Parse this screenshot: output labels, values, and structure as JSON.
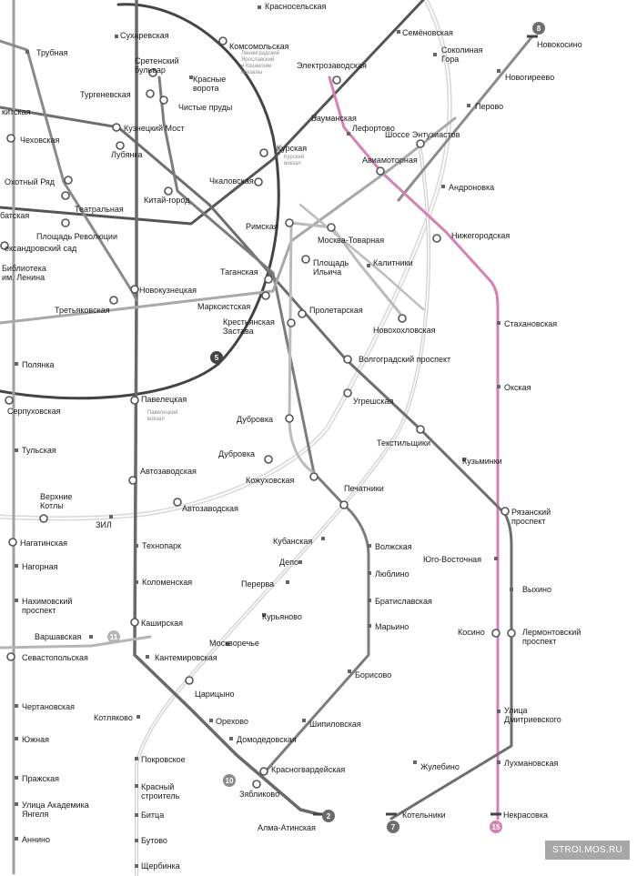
{
  "colors": {
    "line_dark": "#444444",
    "line_mid": "#6e6e6e",
    "line_light": "#a0a0a0",
    "line_pale": "#c8c8c8",
    "line_15": "#d680b4",
    "text": "#1a1a1a",
    "watermark_bg": "#a7a7a7"
  },
  "watermark": "STROI.MOS.RU",
  "line_badges": [
    {
      "num": "8",
      "line": "8"
    },
    {
      "num": "5",
      "line": "5"
    },
    {
      "num": "11",
      "line": "11"
    },
    {
      "num": "10",
      "line": "10"
    },
    {
      "num": "2",
      "line": "2"
    },
    {
      "num": "7",
      "line": "7"
    },
    {
      "num": "15",
      "line": "15"
    }
  ],
  "stations": [
    {
      "id": "trubnaya",
      "name": "Трубная"
    },
    {
      "id": "sukharevskaya",
      "name": "Сухаревская"
    },
    {
      "id": "krasnoselskaya",
      "name": "Красносельская"
    },
    {
      "id": "semenovskaya",
      "name": "Семёновская"
    },
    {
      "id": "novokosino",
      "name": "Новокосино"
    },
    {
      "id": "komsomolskaya",
      "name": "Комсомольская"
    },
    {
      "id": "sretensky",
      "name": "Сретенский бульвар"
    },
    {
      "id": "krasnye_vorota",
      "name": "Красные ворота"
    },
    {
      "id": "elektrozavodskaya",
      "name": "Электрозаводская"
    },
    {
      "id": "sokolinaya",
      "name": "Соколиная Гора"
    },
    {
      "id": "novogireevo",
      "name": "Новогиреево"
    },
    {
      "id": "turgenevskaya",
      "name": "Тургеневская"
    },
    {
      "id": "chistye",
      "name": "Чистые пруды"
    },
    {
      "id": "kitay_left",
      "name": "китская"
    },
    {
      "id": "baumanskaya",
      "name": "Бауманская"
    },
    {
      "id": "perovo",
      "name": "Перово"
    },
    {
      "id": "kuz_most",
      "name": "Кузнецкий Мост"
    },
    {
      "id": "lefortovo",
      "name": "Лефортово"
    },
    {
      "id": "shosse",
      "name": "Шоссе Энтузиастов"
    },
    {
      "id": "chekhovskaya",
      "name": "Чеховская"
    },
    {
      "id": "lubyanka",
      "name": "Лубянка"
    },
    {
      "id": "kurskaya",
      "name": "Курская"
    },
    {
      "id": "aviamotornaya",
      "name": "Авиамоторная"
    },
    {
      "id": "okhotny",
      "name": "Охотный Ряд"
    },
    {
      "id": "chkalovskaya",
      "name": "Чкаловская"
    },
    {
      "id": "andronovka",
      "name": "Андроновка"
    },
    {
      "id": "teatralnaya",
      "name": "Театральная"
    },
    {
      "id": "kitay_gorod",
      "name": "Китай-город"
    },
    {
      "id": "arbatskaya",
      "name": "батская"
    },
    {
      "id": "pl_revolyutsii",
      "name": "Площадь Революции"
    },
    {
      "id": "rimskaya",
      "name": "Римская"
    },
    {
      "id": "moskva_tovarnaya",
      "name": "Москва-Товарная"
    },
    {
      "id": "nizhegorodskaya",
      "name": "Нижегородская"
    },
    {
      "id": "aleksandrovsky",
      "name": "ександровский сад"
    },
    {
      "id": "pl_ilyicha",
      "name": "Площадь Ильича"
    },
    {
      "id": "kalitniki",
      "name": "Калитники"
    },
    {
      "id": "biblioteka",
      "name": "Библиотека им. Ленина"
    },
    {
      "id": "taganskaya",
      "name": "Таганская"
    },
    {
      "id": "novokuznetskaya",
      "name": "Новокузнецкая"
    },
    {
      "id": "marksistskaya",
      "name": "Марксистская"
    },
    {
      "id": "tretyakovskaya",
      "name": "Третьяковская"
    },
    {
      "id": "proletarskaya",
      "name": "Пролетарская"
    },
    {
      "id": "krest_zastava",
      "name": "Крестьянская Застава"
    },
    {
      "id": "stakhanovskaya",
      "name": "Стахановская"
    },
    {
      "id": "novokhokhlovskaya",
      "name": "Новохохловская"
    },
    {
      "id": "polyanka",
      "name": "Полянка"
    },
    {
      "id": "volgogradsky",
      "name": "Волгоградский проспект"
    },
    {
      "id": "okskaya",
      "name": "Окская"
    },
    {
      "id": "paveletskaya",
      "name": "Павелецкая"
    },
    {
      "id": "ugreshskaya",
      "name": "Угрешская"
    },
    {
      "id": "serpukhovskaya",
      "name": "Серпуховская"
    },
    {
      "id": "dubrovka_up",
      "name": "Дубровка"
    },
    {
      "id": "tekstilshchiki",
      "name": "Текстильщики"
    },
    {
      "id": "tulskaya",
      "name": "Тульская"
    },
    {
      "id": "dubrovka_mcc",
      "name": "Дубровка"
    },
    {
      "id": "kuzminki",
      "name": "Кузьминки"
    },
    {
      "id": "avtozavodskaya",
      "name": "Автозаводская"
    },
    {
      "id": "kozhukhovskaya",
      "name": "Кожуховская"
    },
    {
      "id": "ryazansky",
      "name": "Рязанский проспект"
    },
    {
      "id": "verkhnie_kotly",
      "name": "Верхние Котлы"
    },
    {
      "id": "avtozavodskaya_mcc",
      "name": "Автозаводская"
    },
    {
      "id": "pechatniki",
      "name": "Печатники"
    },
    {
      "id": "zil",
      "name": "ЗИЛ"
    },
    {
      "id": "nagatinskaya",
      "name": "Нагатинская"
    },
    {
      "id": "kubanskaya",
      "name": "Кубанская"
    },
    {
      "id": "volzhskaya",
      "name": "Волжская"
    },
    {
      "id": "tekhnopark",
      "name": "Технопарк"
    },
    {
      "id": "depo",
      "name": "Депо"
    },
    {
      "id": "yugo_vost",
      "name": "Юго-Восточная"
    },
    {
      "id": "nagornaya",
      "name": "Нагорная"
    },
    {
      "id": "lyublino",
      "name": "Люблино"
    },
    {
      "id": "kolomenskaya",
      "name": "Коломенская"
    },
    {
      "id": "pererva",
      "name": "Перерва"
    },
    {
      "id": "vykhino",
      "name": "Выхино"
    },
    {
      "id": "nakhimovsky",
      "name": "Нахимовский проспект"
    },
    {
      "id": "bratislavskaya",
      "name": "Братиславская"
    },
    {
      "id": "kuryanovo",
      "name": "Курьяново"
    },
    {
      "id": "kashirskaya",
      "name": "Каширская"
    },
    {
      "id": "maryino",
      "name": "Марьино"
    },
    {
      "id": "varshavskaya",
      "name": "Варшавская"
    },
    {
      "id": "kosino",
      "name": "Косино"
    },
    {
      "id": "lermontovsky",
      "name": "Лермонтовский проспект"
    },
    {
      "id": "moskvorechye",
      "name": "Москворечье"
    },
    {
      "id": "sevastopolskaya",
      "name": "Севастопольская"
    },
    {
      "id": "kantemirovskaya",
      "name": "Кантемировская"
    },
    {
      "id": "borisovo",
      "name": "Борисово"
    },
    {
      "id": "tsaritsyno",
      "name": "Царицыно"
    },
    {
      "id": "chertanovskaya",
      "name": "Чертановская"
    },
    {
      "id": "ulitsa_dmitr",
      "name": "Улица Дмитриевского"
    },
    {
      "id": "kotlyakovo",
      "name": "Котляково"
    },
    {
      "id": "orekhovo",
      "name": "Орехово"
    },
    {
      "id": "shipilovskaya",
      "name": "Шипиловская"
    },
    {
      "id": "yuzhnaya",
      "name": "Южная"
    },
    {
      "id": "domodedovskaya",
      "name": "Домодедовская"
    },
    {
      "id": "pokrovskoe",
      "name": "Покровское"
    },
    {
      "id": "lukhmanovskaya",
      "name": "Лухмановская"
    },
    {
      "id": "krasnogvardeyskaya",
      "name": "Красногвардейская"
    },
    {
      "id": "zhulebino",
      "name": "Жулебино"
    },
    {
      "id": "prazhskaya",
      "name": "Пражская"
    },
    {
      "id": "krasny_stroitel",
      "name": "Красный строитель"
    },
    {
      "id": "zyablikovo",
      "name": "Зябликово"
    },
    {
      "id": "ul_akademika",
      "name": "Улица Академика Янгеля"
    },
    {
      "id": "bitsa",
      "name": "Битца"
    },
    {
      "id": "kotelniki",
      "name": "Котельники"
    },
    {
      "id": "nekrasovka",
      "name": "Некрасовка"
    },
    {
      "id": "alma_atinskaya",
      "name": "Алма-Атинская"
    },
    {
      "id": "annino",
      "name": "Аннино"
    },
    {
      "id": "butovo",
      "name": "Бутово"
    },
    {
      "id": "shcherbinka",
      "name": "Щербинка"
    }
  ],
  "notes": [
    {
      "id": "kom_note",
      "lines": [
        "Ленинградский",
        "Ярославский",
        "и Казанские",
        "вокзалы"
      ]
    },
    {
      "id": "kursk_note",
      "lines": [
        "Курский",
        "вокзал"
      ]
    },
    {
      "id": "pav_note",
      "lines": [
        "Павелецкий",
        "вокзал"
      ]
    }
  ]
}
